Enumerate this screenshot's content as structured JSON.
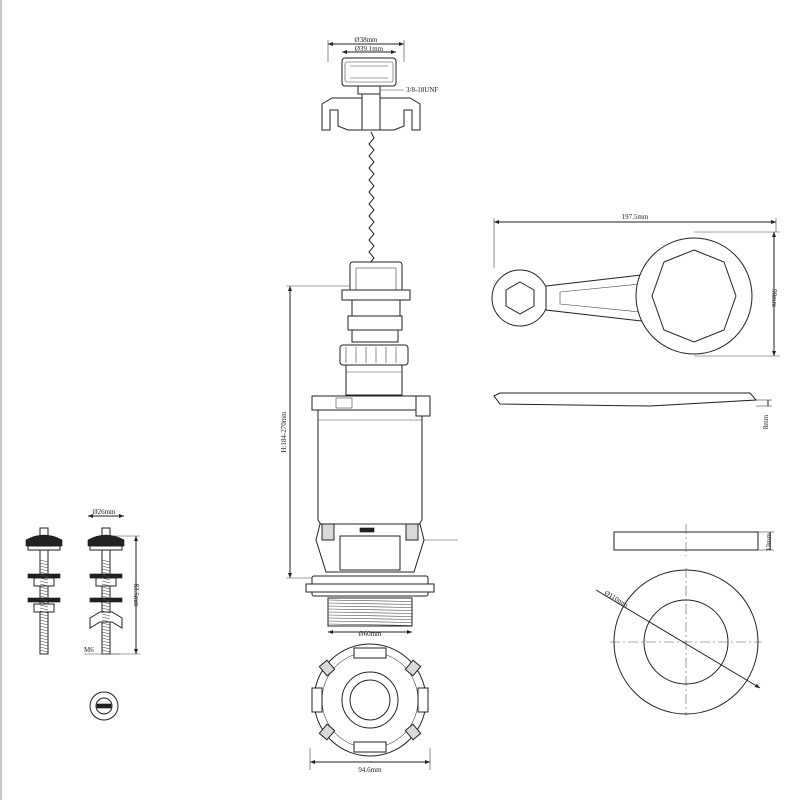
{
  "dimensions": {
    "button_outer": "Ø38mm",
    "button_inner": "Ø39.1mm",
    "thread": "3/8-18UNF",
    "height": "H:184-270mm",
    "base_diameter": "Ø60mm",
    "base_width": "94.6mm",
    "wrench_length": "197.5mm",
    "wrench_width": "90mm",
    "wrench_thickness": "8mm",
    "bolt_washer": "Ø26mm",
    "bolt_length": "83.5mm",
    "bolt_thread": "M6",
    "gasket_diameter": "Ø110mm",
    "gasket_thickness": "13mm"
  }
}
